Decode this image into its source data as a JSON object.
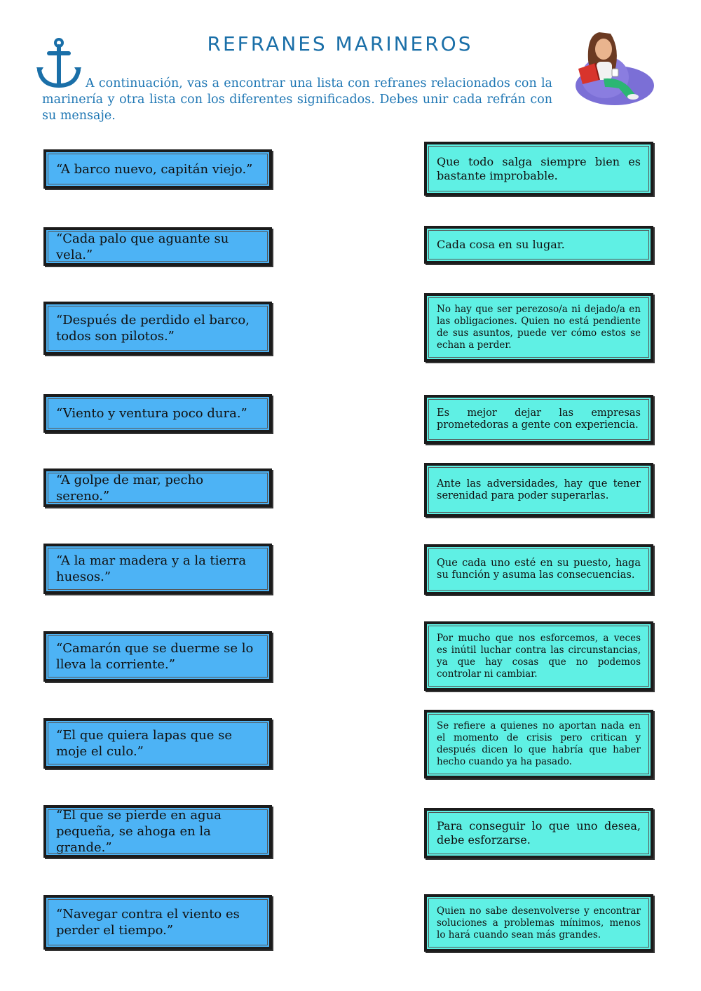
{
  "title": "REFRANES MARINEROS",
  "intro": "A continuación, vas a encontrar una lista con refranes relacionados con la marinería y otra lista con los diferentes significados. Debes unir cada refrán con su mensaje.",
  "icons": {
    "anchor": "anchor-icon",
    "avatar": "reading-girl-avatar"
  },
  "colors": {
    "title": "#1a6fa8",
    "left_card": "#4db3f5",
    "right_card": "#5ff0e4"
  },
  "refranes": [
    "“A barco nuevo, capitán viejo.”",
    "“Cada palo que aguante su vela.”",
    "“Después de perdido el barco, todos son pilotos.”",
    "“Viento y ventura poco dura.”",
    "“A golpe de mar, pecho sereno.”",
    "“A la mar madera y a la tierra huesos.”",
    "“Camarón que se duerme se lo lleva la corriente.”",
    "“El que quiera lapas que se moje el culo.”",
    "“El que se pierde en agua pequeña, se ahoga en la grande.”",
    "“Navegar contra el viento es perder el tiempo.”"
  ],
  "significados": [
    "Que todo salga siempre bien es bastante improbable.",
    "Cada cosa en su lugar.",
    "No hay que ser perezoso/a ni dejado/a en las obligaciones. Quien no está pendiente de sus asuntos, puede ver cómo estos se echan a perder.",
    "Es mejor dejar las empresas prometedoras a gente con experiencia.",
    "Ante las adversidades, hay que tener serenidad para poder superarlas.",
    "Que cada uno esté en su puesto, haga su función y asuma las consecuencias.",
    "Por mucho que nos esforcemos, a veces es inútil luchar contra las circunstancias, ya que hay cosas que no podemos controlar ni cambiar.",
    "Se refiere a quienes no aportan nada en el momento de crisis pero critican y después dicen lo que habría que haber hecho cuando ya ha pasado.",
    "Para conseguir lo que uno desea, debe esforzarse.",
    "Quien no sabe desenvolverse y encontrar soluciones a problemas mínimos, menos lo hará cuando sean más grandes."
  ]
}
